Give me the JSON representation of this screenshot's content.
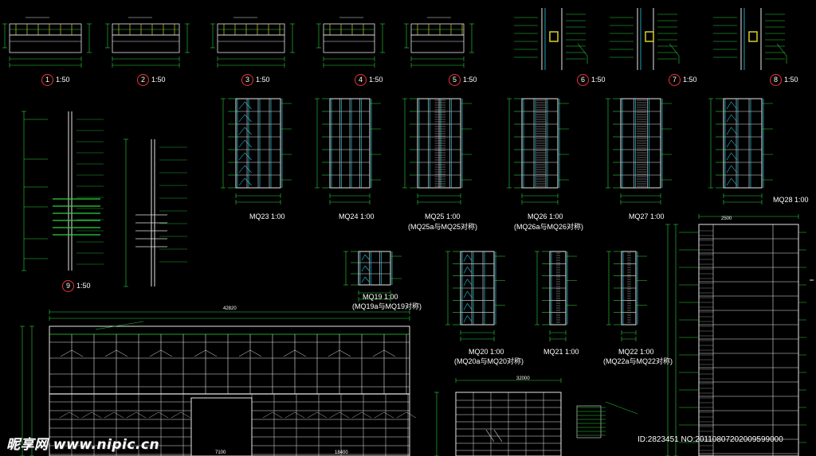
{
  "details": [
    {
      "num": "1",
      "scale": "1:50"
    },
    {
      "num": "2",
      "scale": "1:50"
    },
    {
      "num": "3",
      "scale": "1:50"
    },
    {
      "num": "4",
      "scale": "1:50"
    },
    {
      "num": "5",
      "scale": "1:50"
    },
    {
      "num": "6",
      "scale": "1:50"
    },
    {
      "num": "7",
      "scale": "1:50"
    },
    {
      "num": "8",
      "scale": "1:50"
    },
    {
      "num": "9",
      "scale": "1:50"
    }
  ],
  "elevations": {
    "mq23": "MQ23  1:00",
    "mq24": "MQ24  1:00",
    "mq25": "MQ25  1:00",
    "mq25_sub": "(MQ25a与MQ25对称)",
    "mq26": "MQ26  1:00",
    "mq26_sub": "(MQ26a与MQ26对称)",
    "mq27": "MQ27  1:00",
    "mq28": "MQ28  1:00",
    "mq19": "MQ19  1:00",
    "mq19_sub": "(MQ19a与MQ19对称)",
    "mq20": "MQ20  1:00",
    "mq20_sub": "(MQ20a与MQ20对称)",
    "mq21": "MQ21  1:00",
    "mq22": "MQ22  1:00",
    "mq22_sub": "(MQ22a与MQ22对称)"
  },
  "dims": {
    "d42820": "42820",
    "d2500": "2500",
    "d32000": "32000",
    "d7100": "7100",
    "d18400": "18400"
  },
  "watermark": {
    "site": "昵享网 www.nipic.cn",
    "id": "ID:2823451 NO:20110807202009599000"
  }
}
